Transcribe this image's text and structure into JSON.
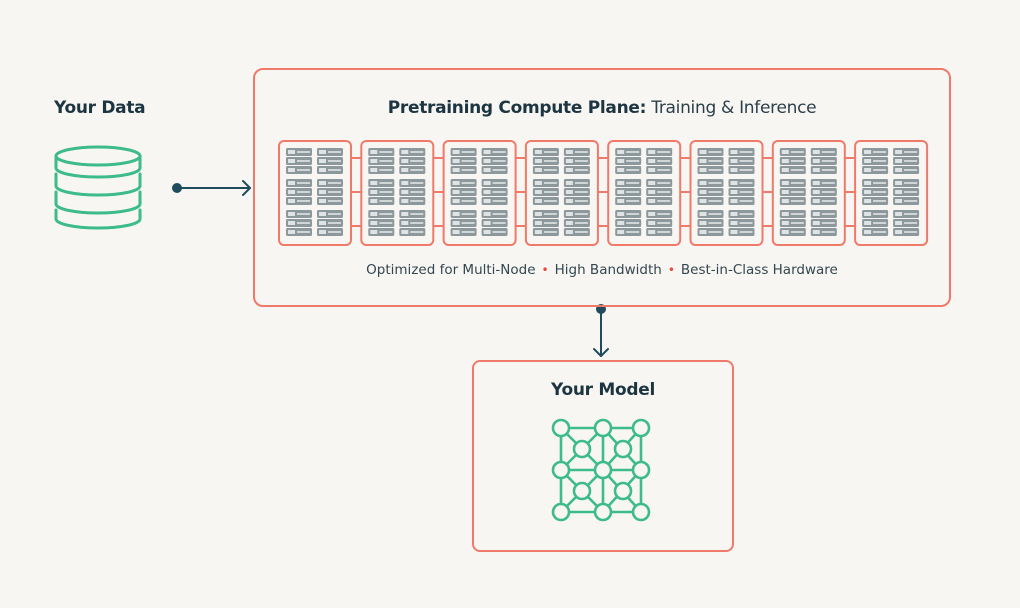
{
  "data_source": {
    "title": "Your Data",
    "icon": "database-icon"
  },
  "compute_plane": {
    "title_bold": "Pretraining Compute Plane:",
    "title_light": "Training & Inference",
    "node_count": 8,
    "rows_per_node": 3,
    "servers_per_row": 2,
    "units_per_server": 3,
    "caption": [
      "Optimized for Multi-Node",
      "High Bandwidth",
      "Best-in-Class Hardware"
    ],
    "caption_separator": "•"
  },
  "model": {
    "title": "Your Model",
    "icon": "neural-network-icon"
  },
  "colors": {
    "background": "#f8f6f3",
    "accent_red": "#f07a6a",
    "separator_red": "#e8473a",
    "connector": "#1f4b5c",
    "icon_green": "#3dbb8a",
    "server_gray": "#8d989c",
    "text_dark": "#1c3540"
  }
}
